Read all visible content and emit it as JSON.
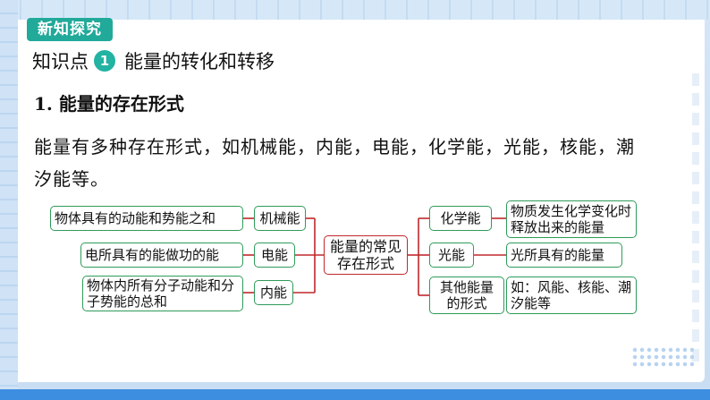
{
  "badge": "新知探究",
  "heading": {
    "prefix": "知识点",
    "number": "1",
    "title": "能量的转化和转移"
  },
  "subheading": "1. 能量的存在形式",
  "paragraph": "能量有多种存在形式，如机械能，内能，电能，化学能，光能，核能，潮汐能等。",
  "diagram": {
    "center": "能量的常见存在形式",
    "left": [
      {
        "type": "机械能",
        "desc": "物体具有的动能和势能之和"
      },
      {
        "type": "电能",
        "desc": "电所具有的能做功的能"
      },
      {
        "type": "内能",
        "desc": "物体内所有分子动能和分子势能的总和"
      }
    ],
    "right": [
      {
        "type": "化学能",
        "desc": "物质发生化学变化时释放出来的能量"
      },
      {
        "type": "光能",
        "desc": "光所具有的能量"
      },
      {
        "type": "其他能量的形式",
        "desc": "如：风能、核能、潮汐能等"
      }
    ]
  },
  "colors": {
    "badge_bg": "#21a99a",
    "box_border": "#2e9b5a",
    "center_border": "#c0282c",
    "connector": "#c0282c",
    "bottom_bar": "#3d8ee0"
  }
}
